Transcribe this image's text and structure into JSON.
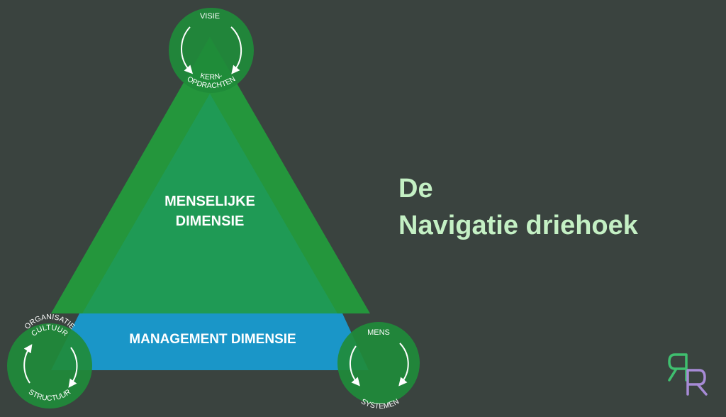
{
  "title": {
    "line1": "De",
    "line2": "Navigatie driehoek"
  },
  "diagram": {
    "human_dimension": {
      "line1": "MENSELIJKE",
      "line2": "DIMENSIE"
    },
    "management_dimension": "MANAGEMENT DIMENSIE",
    "top_circle": {
      "top": "VISIE",
      "bottom_line1": "KERN-",
      "bottom_line2": "OPDRACHTEN"
    },
    "left_circle": {
      "top_line1": "ORGANISATIE",
      "top_line2": "CULTUUR",
      "bottom": "STRUCTUUR"
    },
    "right_circle": {
      "top": "MENS",
      "bottom": "SYSTEMEN"
    }
  },
  "logo": {
    "text": "RR"
  },
  "colors": {
    "background": "#3a433f",
    "triangle_outer": "#24963c",
    "triangle_inner": "#1f9a55",
    "management_band": "#1a96c8",
    "circle": "#1f8b3a",
    "title_text": "#c4f0c4",
    "logo_green": "#3fbf6f",
    "logo_purple": "#a78bd6"
  }
}
